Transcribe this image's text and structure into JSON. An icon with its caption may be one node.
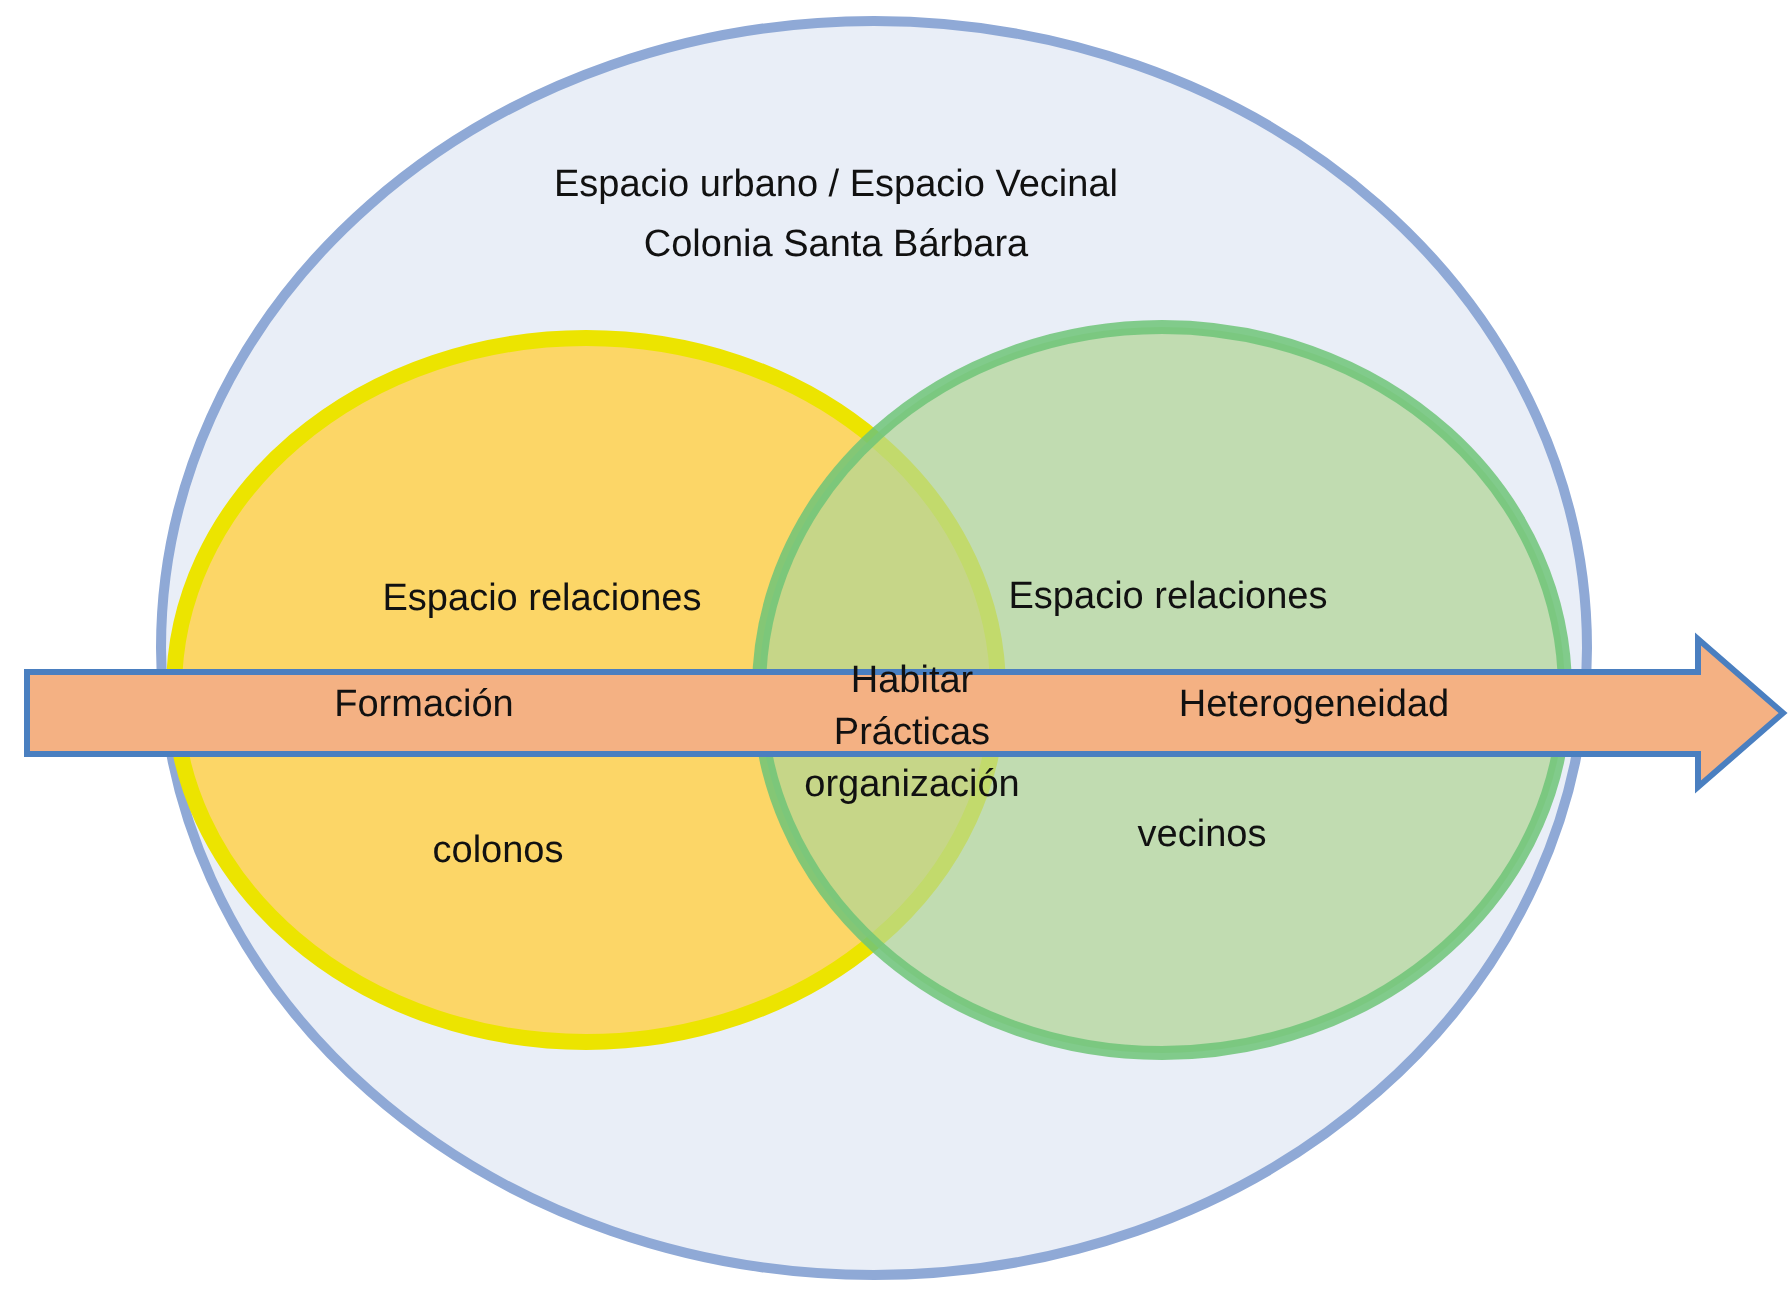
{
  "diagram": {
    "nodes": [
      {
        "text": [
          "Espacio urbano / Espacio Vecinal",
          "Colonia Santa Bárbara"
        ]
      },
      {
        "text": [
          "Espacio relaciones",
          "colonos"
        ],
        "in": 0
      },
      {
        "text": [
          "Espacio relaciones",
          "vecinos"
        ],
        "in": 0
      },
      {
        "text": [
          "Formación",
          "Heterogeneidad"
        ]
      }
    ],
    "edges": [],
    "labels": [
      "Habitar Prácticas organización"
    ]
  }
}
